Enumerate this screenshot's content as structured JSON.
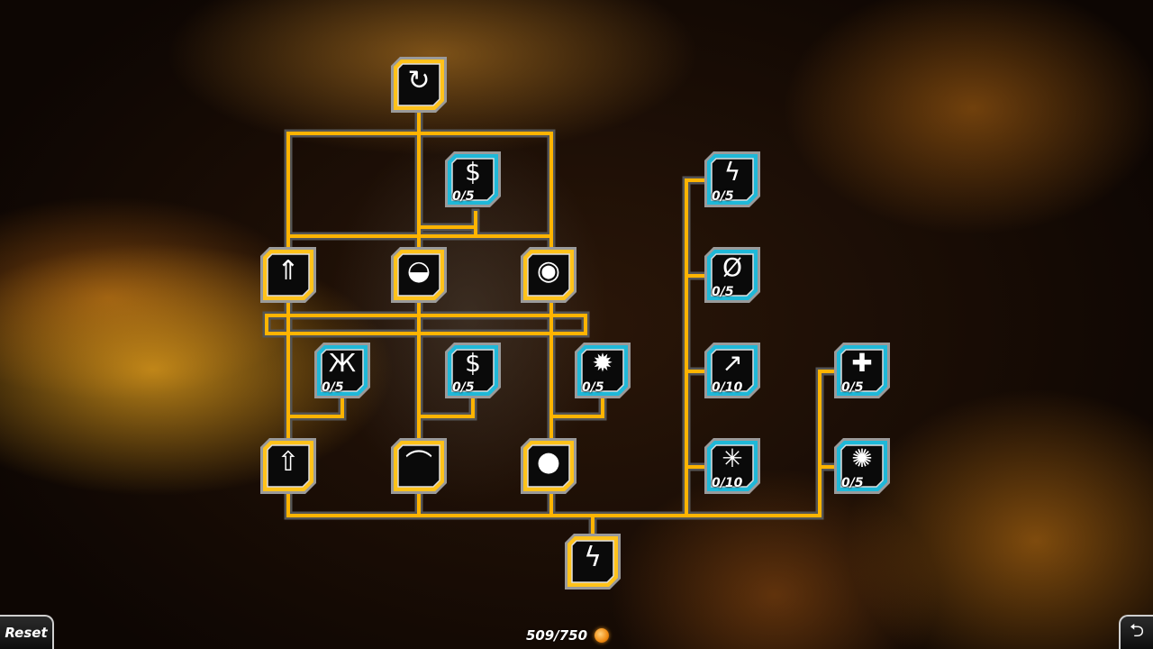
{
  "theme": {
    "gold": "#ffc21a",
    "cyan": "#1fb8d8",
    "line_glow": "#ffb400",
    "node_fill": "#0a0a0a"
  },
  "nodes": [
    {
      "id": "top-core",
      "type": "gold",
      "icon": "rotating-dish-icon",
      "glyph": "↻"
    },
    {
      "id": "economy-dish",
      "type": "blue",
      "icon": "dollar-dish-icon",
      "glyph": "$",
      "count": "0/5"
    },
    {
      "id": "rocket-dish",
      "type": "gold",
      "icon": "rocket-dish-icon",
      "glyph": "⇑"
    },
    {
      "id": "rainbow-dish",
      "type": "gold",
      "icon": "rainbow-dish-icon",
      "glyph": "◒"
    },
    {
      "id": "bomb-dish",
      "type": "gold",
      "icon": "bomb-dish-icon",
      "glyph": "◉"
    },
    {
      "id": "tool-upgrade",
      "type": "blue",
      "icon": "claw-icon",
      "glyph": "Ж",
      "count": "0/5"
    },
    {
      "id": "money-upgrade",
      "type": "blue",
      "icon": "dollar-rainbow-icon",
      "glyph": "$",
      "count": "0/5"
    },
    {
      "id": "virus-upgrade",
      "type": "blue",
      "icon": "virus-icon",
      "glyph": "✹",
      "count": "0/5"
    },
    {
      "id": "rocket",
      "type": "gold",
      "icon": "rocket-icon",
      "glyph": "⇧"
    },
    {
      "id": "rainbow",
      "type": "gold",
      "icon": "rainbow-icon",
      "glyph": "⌒"
    },
    {
      "id": "bomb",
      "type": "gold",
      "icon": "bomb-icon",
      "glyph": "●"
    },
    {
      "id": "lightning-timer",
      "type": "blue",
      "icon": "lightning-timer-icon",
      "glyph": "ϟ",
      "count": "0/5"
    },
    {
      "id": "lightning-circle",
      "type": "blue",
      "icon": "lightning-circle-icon",
      "glyph": "Ø",
      "count": "0/5"
    },
    {
      "id": "lightning-boost",
      "type": "blue",
      "icon": "lightning-boost-icon",
      "glyph": "↗",
      "count": "0/10"
    },
    {
      "id": "lightning-burst",
      "type": "blue",
      "icon": "lightning-burst-icon",
      "glyph": "✳",
      "count": "0/10"
    },
    {
      "id": "health-timer",
      "type": "blue",
      "icon": "health-timer-icon",
      "glyph": "✚",
      "count": "0/5"
    },
    {
      "id": "shield-burst",
      "type": "blue",
      "icon": "shield-burst-icon",
      "glyph": "✺",
      "count": "0/5"
    },
    {
      "id": "root-lightning",
      "type": "gold",
      "icon": "lightning-icon",
      "glyph": "ϟ"
    }
  ],
  "footer": {
    "reset_label": "Reset",
    "points": "509/750",
    "points_icon": "orb-icon",
    "back_icon": "return-arrow-icon"
  }
}
